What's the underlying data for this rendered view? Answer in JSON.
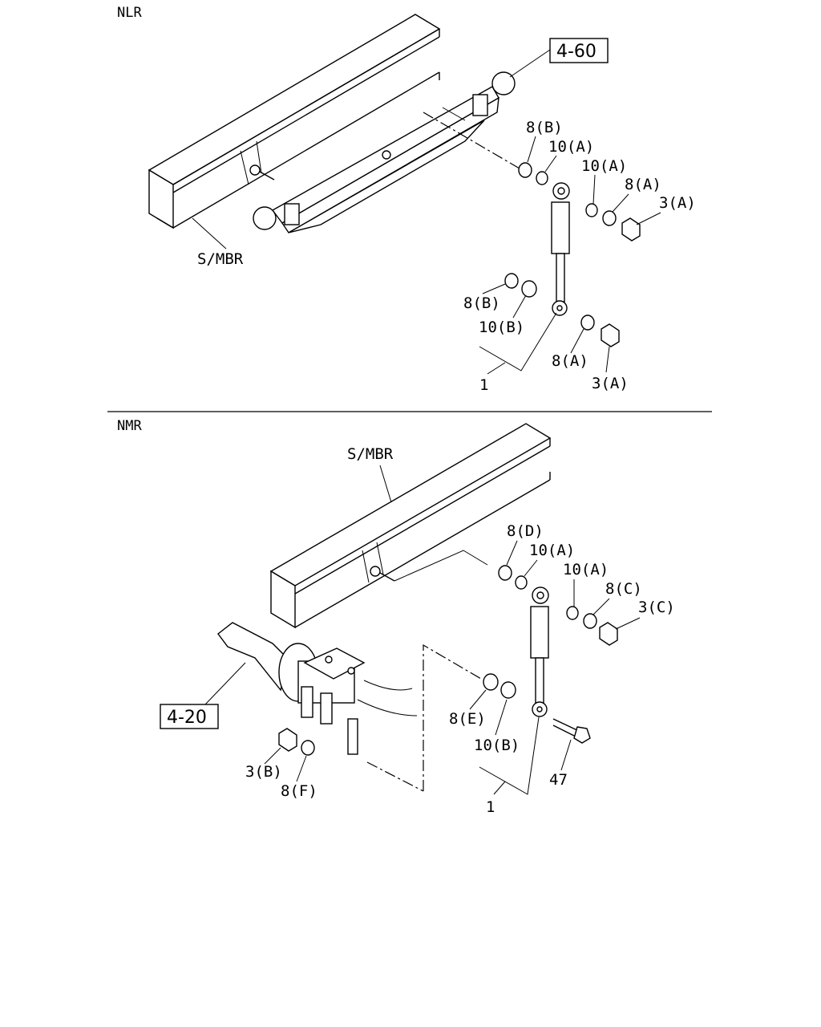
{
  "sections": [
    {
      "id": "nlr",
      "title": "NLR",
      "ref_box": "4-60",
      "frame_label": "S/MBR",
      "assembly_label": "1",
      "callouts": [
        "8(B)",
        "10(A)",
        "10(A)",
        "8(A)",
        "3(A)",
        "8(B)",
        "10(B)",
        "8(A)",
        "3(A)"
      ]
    },
    {
      "id": "nmr",
      "title": "NMR",
      "ref_box": "4-20",
      "frame_label": "S/MBR",
      "assembly_label": "1",
      "bolt_label": "47",
      "callouts": [
        "8(D)",
        "10(A)",
        "10(A)",
        "8(C)",
        "3(C)",
        "8(E)",
        "10(B)",
        "3(B)",
        "8(F)"
      ]
    }
  ]
}
